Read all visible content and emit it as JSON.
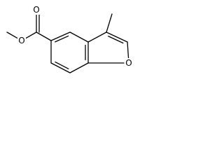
{
  "molecule": {
    "atoms": [
      {
        "id": "me_ester",
        "element": "C",
        "label": ""
      },
      {
        "id": "o_ether",
        "element": "O",
        "label": "O"
      },
      {
        "id": "c_carbonyl",
        "element": "C",
        "label": ""
      },
      {
        "id": "o_carbonyl",
        "element": "O",
        "label": "O"
      },
      {
        "id": "c5",
        "element": "C",
        "label": ""
      },
      {
        "id": "c4",
        "element": "C",
        "label": ""
      },
      {
        "id": "c3a",
        "element": "C",
        "label": ""
      },
      {
        "id": "c3",
        "element": "C",
        "label": ""
      },
      {
        "id": "me3",
        "element": "C",
        "label": ""
      },
      {
        "id": "c2",
        "element": "C",
        "label": ""
      },
      {
        "id": "o1",
        "element": "O",
        "label": "O"
      },
      {
        "id": "c7a",
        "element": "C",
        "label": ""
      },
      {
        "id": "c7",
        "element": "C",
        "label": ""
      },
      {
        "id": "c6",
        "element": "C",
        "label": ""
      }
    ],
    "bonds": [
      {
        "from": "me_ester",
        "to": "o_ether",
        "order": 1
      },
      {
        "from": "o_ether",
        "to": "c_carbonyl",
        "order": 1
      },
      {
        "from": "c_carbonyl",
        "to": "o_carbonyl",
        "order": 2
      },
      {
        "from": "c_carbonyl",
        "to": "c5",
        "order": 1
      },
      {
        "from": "c5",
        "to": "c4",
        "order": 2
      },
      {
        "from": "c4",
        "to": "c3a",
        "order": 1
      },
      {
        "from": "c3a",
        "to": "c7a",
        "order": 2
      },
      {
        "from": "c7a",
        "to": "c7",
        "order": 1
      },
      {
        "from": "c7",
        "to": "c6",
        "order": 2
      },
      {
        "from": "c6",
        "to": "c5",
        "order": 1
      },
      {
        "from": "c3a",
        "to": "c3",
        "order": 1
      },
      {
        "from": "c3",
        "to": "c2",
        "order": 2
      },
      {
        "from": "c2",
        "to": "o1",
        "order": 1
      },
      {
        "from": "o1",
        "to": "c7a",
        "order": 1
      },
      {
        "from": "c3",
        "to": "me3",
        "order": 1
      }
    ]
  }
}
